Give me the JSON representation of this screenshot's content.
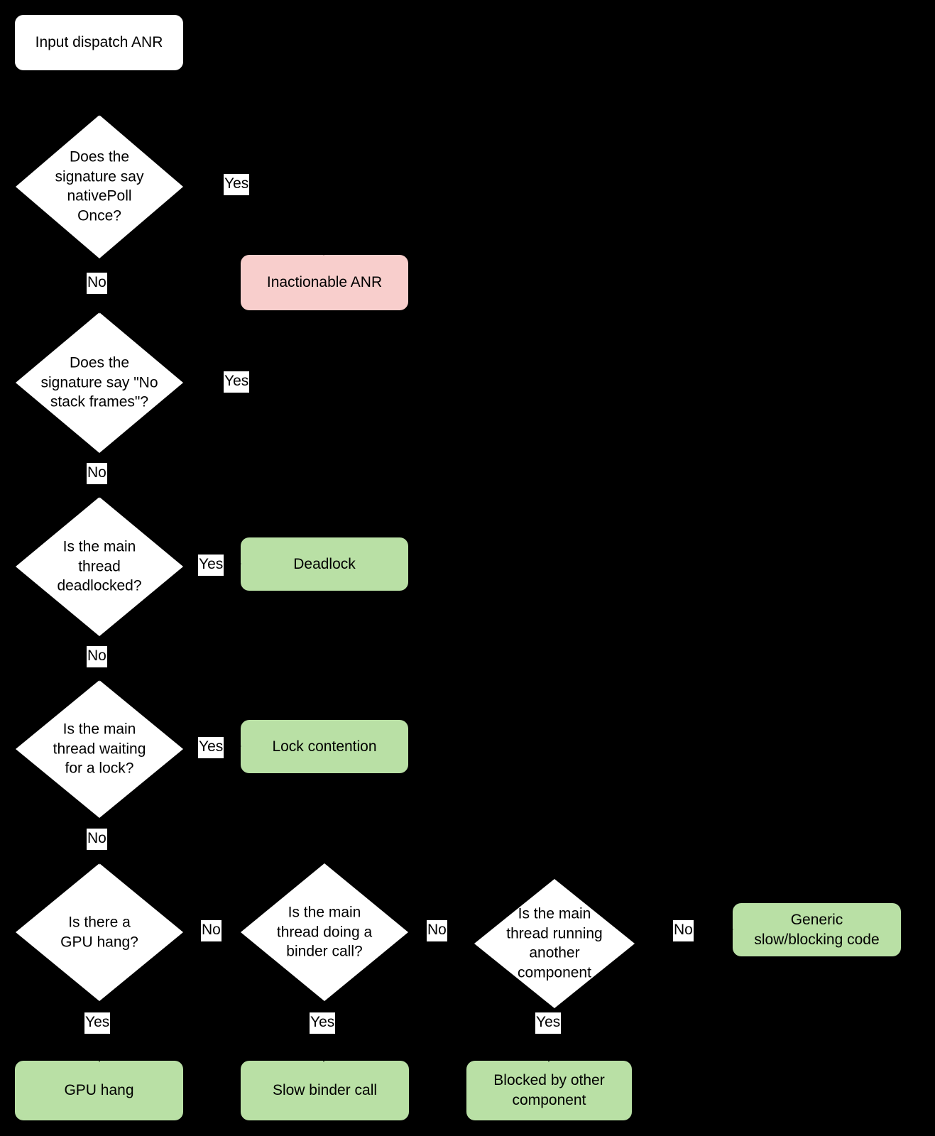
{
  "diagram": {
    "title": "Input dispatch ANR triage flowchart",
    "background_color": "#000000",
    "node_colors": {
      "start": "#FFFFFF",
      "decision": "#FFFFFF",
      "inactionable": "#F8CECC",
      "outcome": "#B9E0A5",
      "text": "#000000"
    }
  },
  "nodes": {
    "start": {
      "label": "Input dispatch ANR"
    },
    "d1": {
      "label": "Does the\nsignature say\nnativePoll\nOnce?"
    },
    "d2": {
      "label": "Does the\nsignature say \"No\nstack frames\"?"
    },
    "d3": {
      "label": "Is the main\nthread\ndeadlocked?"
    },
    "d4": {
      "label": "Is the main\nthread waiting\nfor a lock?"
    },
    "d5": {
      "label": "Is there a\nGPU hang?"
    },
    "d6": {
      "label": "Is the main\nthread doing a\nbinder call?"
    },
    "d7": {
      "label": "Is the main\nthread running\nanother\ncomponent"
    },
    "inactionable": {
      "label": "Inactionable ANR"
    },
    "deadlock": {
      "label": "Deadlock"
    },
    "lock_contention": {
      "label": "Lock contention"
    },
    "gpu_hang": {
      "label": "GPU hang"
    },
    "slow_binder": {
      "label": "Slow binder call"
    },
    "blocked_other": {
      "label": "Blocked by other\ncomponent"
    },
    "generic_slow": {
      "label": "Generic\nslow/blocking code"
    }
  },
  "edge_labels": {
    "d1_yes": "Yes",
    "d1_no": "No",
    "d2_yes": "Yes",
    "d2_no": "No",
    "d3_yes": "Yes",
    "d3_no": "No",
    "d4_yes": "Yes",
    "d4_no": "No",
    "d5_yes": "Yes",
    "d5_no": "No",
    "d6_yes": "Yes",
    "d6_no": "No",
    "d7_yes": "Yes",
    "d7_no": "No"
  }
}
